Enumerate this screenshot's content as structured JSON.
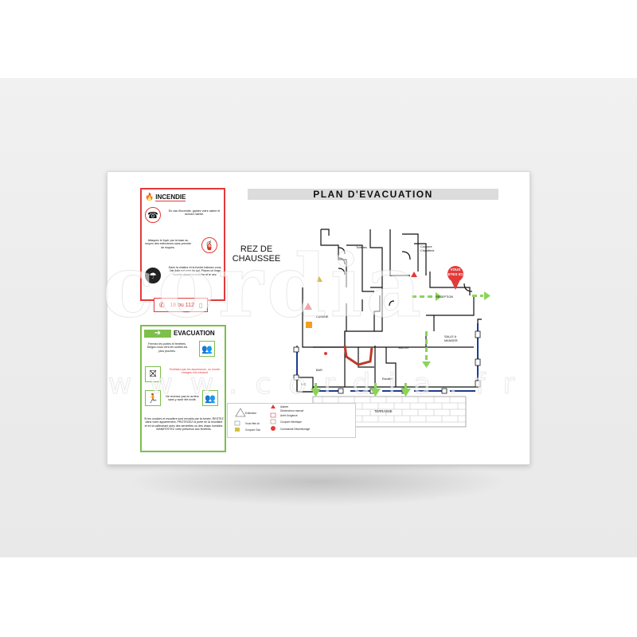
{
  "watermark": {
    "main": "cordia",
    "url": "www.cordia.fr"
  },
  "title": "PLAN D'EVACUATION",
  "floor_label": "REZ DE CHAUSSEE",
  "fire_panel": {
    "heading": "INCENDIE",
    "step1": "En cas d'incendie, gardez votre calme et donnez l'alerte.",
    "step2": "Attaquez le foyer par la base au moyen des extincteurs sans prendre de risques.",
    "step3": "Dans la chaleur et la fumée baissez-vous, l'air frais est près du sol. Placez un linge mouillé devant la bouche et le nez.",
    "emergency_numbers": "18 ou 112"
  },
  "evac_panel": {
    "heading": "EVACUATION",
    "step1": "Fermez les portes et fenêtres. Dirigez-vous vers les sorties les plus proches.",
    "step2": "N'utilisez pas les ascenseurs, ou monte-charges s'ils existent.",
    "step3": "Ne revenez pas en arrière sans y avoir été invité.",
    "step4": "Si les couloirs et escaliers sont envahis par la fumée, RESTEZ dans votre appartement, PROTEGEZ la porte en la mouillant et en la calfeutrant avec des serviettes ou des draps humides. MANIFESTEZ votre présence aux fenêtres."
  },
  "plan": {
    "you_are_here": [
      "VOUS",
      "ETES ICI"
    ],
    "rooms": {
      "toilettes": "Toilettes",
      "coupure": [
        "Coupure",
        "Chaufferie"
      ],
      "reception": "RECEPTION",
      "cuisine": "CUISINE",
      "salon": "SALON",
      "salle": [
        "SALLE A",
        "MANGER"
      ],
      "bar": "BAR",
      "wc": "WC",
      "terrasse": "TERRASSE",
      "escalier": "Escalier"
    }
  },
  "legend": {
    "items": [
      "Extincteur",
      "Alarme",
      "Arrêt d'urgence",
      "Coupure Gaz",
      "Déclencheur manuel",
      "Coupure électrique",
      "Commande Désenfumage",
      "Vous êtes ici"
    ]
  },
  "colors": {
    "fire_red": "#e23a3a",
    "evac_green": "#7cbf4a",
    "door_blue": "#1f3b8c",
    "title_bg": "#dcdcdc"
  }
}
